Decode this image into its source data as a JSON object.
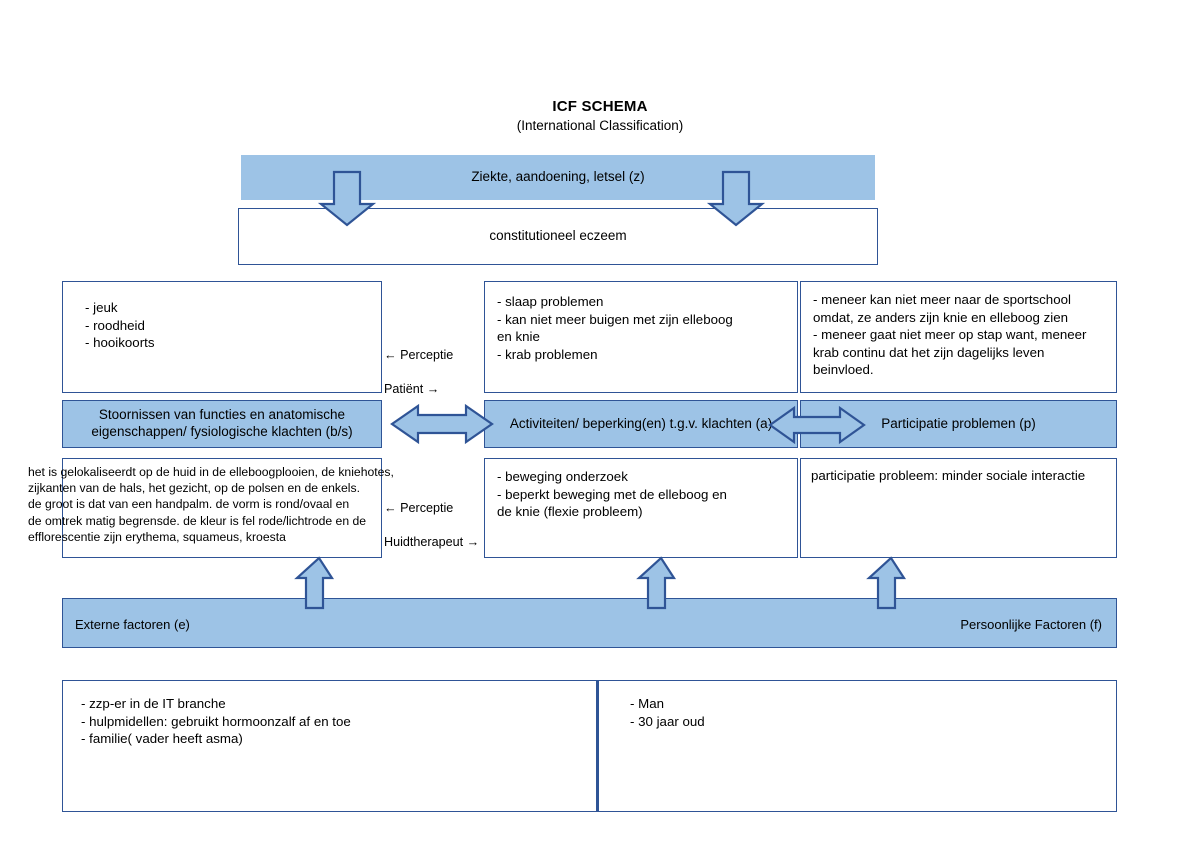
{
  "header": {
    "title": "ICF SCHEMA",
    "subtitle": "(International Classification)"
  },
  "colors": {
    "band_fill": "#9DC3E6",
    "border": "#2F5496",
    "arrow_fill": "#9DC3E6",
    "arrow_stroke": "#2F5496",
    "page_background": "#FFFFFF"
  },
  "disease": {
    "band_label": "Ziekte, aandoening, letsel (z)",
    "band_label_code": "z",
    "box_text": "constitutioneel eczeem"
  },
  "patient_perception": {
    "line1": "← Perceptie",
    "line2": "Patiënt →"
  },
  "therapist_perception": {
    "line1": "← Perceptie",
    "line2": "Huidtherapeut →"
  },
  "patient_row": {
    "functions_box": "- jeuk\n- roodheid\n- hooikoorts",
    "activities_box": "- slaap problemen\n- kan niet meer buigen met zijn elleboog\nen knie\n- krab problemen",
    "participation_box": "- meneer kan niet meer naar de sportschool\nomdat, ze anders zijn knie en elleboog zien\n- meneer gaat niet meer op stap want, meneer\nkrab continu dat het zijn dagelijks leven\nbeinvloed."
  },
  "icf_bands": {
    "functions": "Stoornissen van functies en anatomische eigenschappen/ fysiologische klachten (b/s)",
    "functions_code": "b/s",
    "activities": "Activiteiten/ beperking(en) t.g.v. klachten (a)",
    "activities_code": "a",
    "participation": "Participatie problemen (p)",
    "participation_code": "p"
  },
  "therapist_row": {
    "functions_box": "het is gelokaliseerdt op de huid in de elleboogplooien, de kniehotes,\nzijkanten van de hals, het gezicht, op de polsen en de enkels.\nde groot is dat van een handpalm. de vorm is rond/ovaal en\nde omtrek matig begrensde. de kleur is fel rode/lichtrode en de\nefflorescentie zijn erythema, squameus, kroesta",
    "activities_box": "- beweging onderzoek\n- beperkt beweging met de elleboog en\nde knie (flexie probleem)",
    "participation_box": "participatie probleem: minder sociale interactie"
  },
  "factors_band": {
    "external": "Externe factoren (e)",
    "external_code": "e",
    "personal": "Persoonlijke Factoren (f)",
    "personal_code": "f"
  },
  "factors_detail": {
    "external_box": "- zzp-er in de IT branche\n- hulpmidellen: gebruikt hormoonzalf af en toe\n- familie( vader heeft asma)",
    "personal_box": "- Man\n- 30 jaar oud"
  },
  "arrows": {
    "disease_down_left": "down-arrow",
    "disease_down_right": "down-arrow",
    "functions_activities": "double-horizontal-arrow",
    "activities_participation": "double-horizontal-arrow",
    "factors_up_left": "up-arrow",
    "factors_up_middle": "up-arrow",
    "factors_up_right": "up-arrow"
  }
}
